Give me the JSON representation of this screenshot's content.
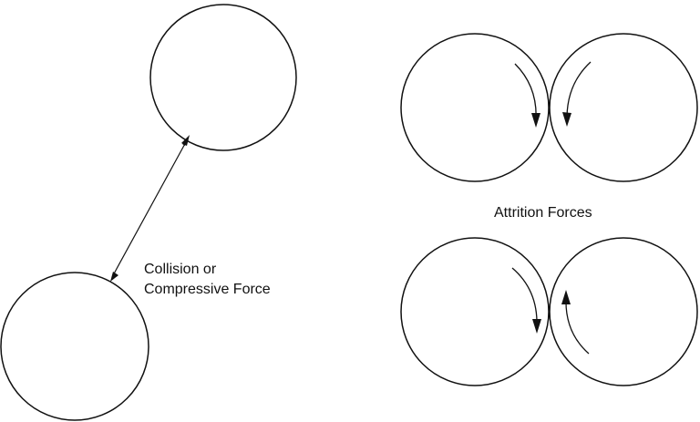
{
  "collision": {
    "label_line1": "Collision or",
    "label_line2": "Compressive Force"
  },
  "attrition": {
    "label": "Attrition Forces"
  },
  "colors": {
    "stroke": "#111111",
    "background": "#ffffff"
  }
}
